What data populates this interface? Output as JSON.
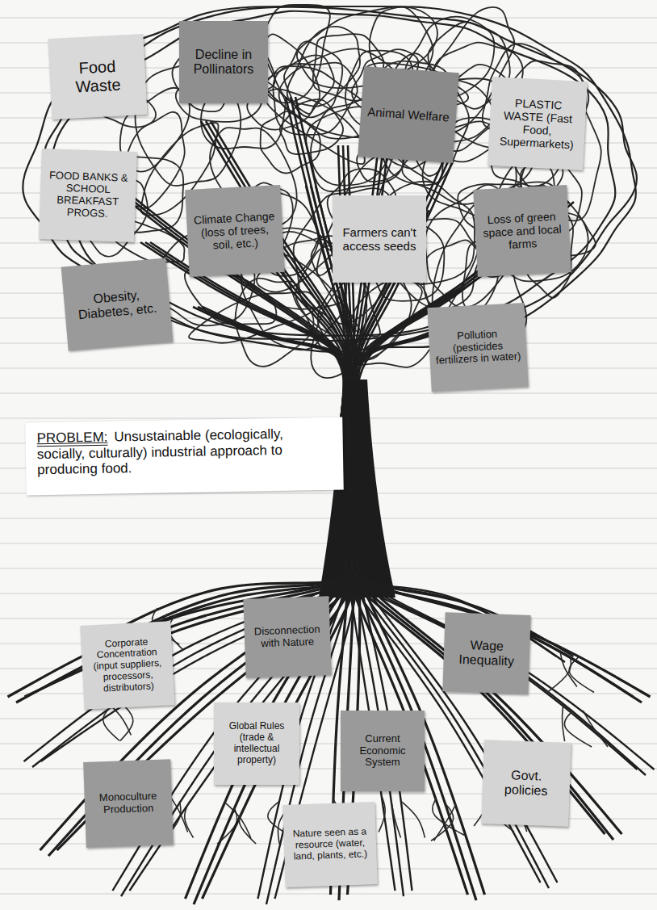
{
  "diagram": {
    "nodes": [
      {
        "text": [
          "Food Waste"
        ]
      },
      {
        "text": [
          "Decline in Pollinators"
        ]
      },
      {
        "text": [
          "Animal Welfare"
        ]
      },
      {
        "text": [
          "PLASTIC WASTE (Fast Food, Supermarkets)"
        ]
      },
      {
        "text": [
          "FOOD BANKS & SCHOOL BREAKFAST PROGS."
        ]
      },
      {
        "text": [
          "Climate Change (loss of trees, soil, etc.)"
        ]
      },
      {
        "text": [
          "Farmers can't access seeds"
        ]
      },
      {
        "text": [
          "Loss of green space and local farms"
        ]
      },
      {
        "text": [
          "Obesity, Diabetes, etc."
        ]
      },
      {
        "text": [
          "Pollution (pesticides fertilizers in water)"
        ]
      },
      {
        "text": [
          "PROBLEM:",
          "Unsustainable (ecologically, socially, culturally) industrial approach to producing food."
        ]
      },
      {
        "text": [
          "Corporate Concentration (input suppliers, processors, distributors)"
        ]
      },
      {
        "text": [
          "Disconnection with Nature"
        ]
      },
      {
        "text": [
          "Wage Inequality"
        ]
      },
      {
        "text": [
          "Global Rules (trade & intellectual property)"
        ]
      },
      {
        "text": [
          "Current Economic System"
        ]
      },
      {
        "text": [
          "Monoculture Production"
        ]
      },
      {
        "text": [
          "Nature seen as a resource (water, land, plants, etc.)"
        ]
      },
      {
        "text": [
          "Govt. policies"
        ]
      }
    ]
  }
}
